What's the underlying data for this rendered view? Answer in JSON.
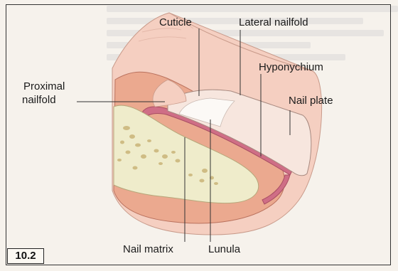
{
  "figure": {
    "number": "10.2"
  },
  "labels": {
    "cuticle": "Cuticle",
    "lateral_nailfold": "Lateral nailfold",
    "hyponychium": "Hyponychium",
    "nail_plate": "Nail plate",
    "proximal_nailfold_line1": "Proximal",
    "proximal_nailfold_line2": "nailfold",
    "nail_matrix": "Nail matrix",
    "lunula": "Lunula"
  },
  "colors": {
    "skin": "#f5cfc1",
    "tissue": "#eba98f",
    "bone": "#efeccb",
    "bone_spot": "#cbb77c",
    "nail_bed": "#cf6e86",
    "nail_plate": "#f7e6de",
    "lunula": "#fcf9f6"
  }
}
